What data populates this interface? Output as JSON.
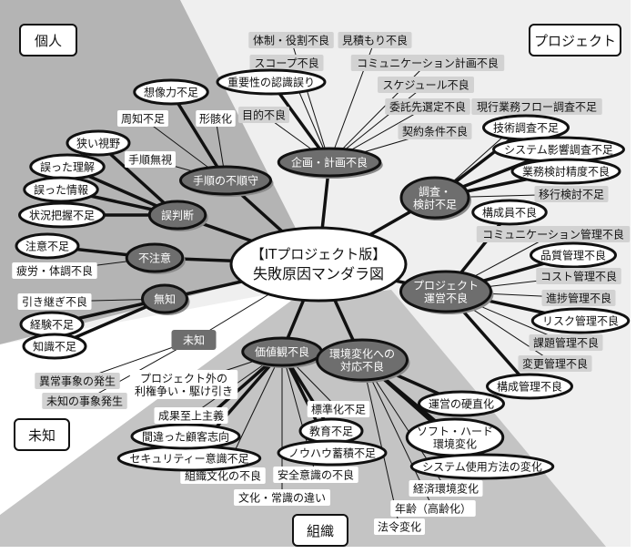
{
  "title": {
    "line1": "【ITプロジェクト版】",
    "line2": "失敗原因マンダラ図"
  },
  "categories": {
    "individual": "個人",
    "project": "プロジェクト",
    "unknown": "未知",
    "organization": "組織"
  },
  "hubs": {
    "planning": "企画・計画不良",
    "procedure": "手順の不順守",
    "misjudgment": "誤判断",
    "carelessness": "不注意",
    "ignorance": "無知",
    "investigation": [
      "調査・",
      "検討不足"
    ],
    "management": [
      "プロジェクト",
      "運営不良"
    ],
    "values": "価値観不良",
    "environment": [
      "環境変化への",
      "対応不良"
    ],
    "unknown": "未知"
  },
  "leaves": {
    "imagination": "想像力不足",
    "notice": "周知不足",
    "formality": "形骸化",
    "narrow": "狭い視野",
    "ignore_proc": "手順無視",
    "wrong_understanding": "誤った理解",
    "wrong_info": "誤った情報",
    "situation": "状況把握不足",
    "attention": "注意不足",
    "fatigue": "疲労・体調不良",
    "handover": "引き継ぎ不良",
    "experience": "経験不足",
    "knowledge": "知識不足",
    "structure": "体制・役割不良",
    "estimate": "見積もり不良",
    "scope": "スコープ不良",
    "comm_plan": "コミュニケーション計画不良",
    "importance": "重要性の認識誤り",
    "schedule": "スケジュール不良",
    "purpose": "目的不良",
    "vendor": "委託先選定不良",
    "current_flow": "現行業務フロー調査不足",
    "contract": "契約条件不良",
    "tech": "技術調査不足",
    "sys_impact": "システム影響調査不足",
    "biz_review": "業務検討精度不良",
    "migration": "移行検討不足",
    "member": "構成員不良",
    "comm_mgmt": "コミュニケーション管理不良",
    "quality": "品質管理不良",
    "cost": "コスト管理不良",
    "progress": "進捗管理不良",
    "risk": "リスク管理不良",
    "issue": "課題管理不良",
    "change": "変更管理不良",
    "config": "構成管理不良",
    "standard": "標準化不足",
    "education": "教育不足",
    "knowhow": "ノウハウ蓄積不足",
    "safety": "安全意識の不良",
    "culture_diff": "文化・常識の違い",
    "org_culture": "組織文化の不良",
    "security": "セキュリティー意識不足",
    "customer": "間違った顧客志向",
    "results": "成果至上主義",
    "politics": [
      "プロジェクト外の",
      "利権争い・駆け引き"
    ],
    "rigid": "運営の硬直化",
    "soft_hard": [
      "ソフト・ハード",
      "環境変化"
    ],
    "usage": "システム使用方法の変化",
    "economy": "経済環境変化",
    "age": "年齢（高齢化）",
    "law": "法令変化",
    "anomaly": "異常事象の発生",
    "unknown_event": "未知の事象発生"
  },
  "colors": {
    "bg_light": "#efefef",
    "bg_dark": "#b4b4b4",
    "bg_mid": "#c4c4c4",
    "hub": "#6e6e6e",
    "label_gray": "#d2d2d2"
  }
}
